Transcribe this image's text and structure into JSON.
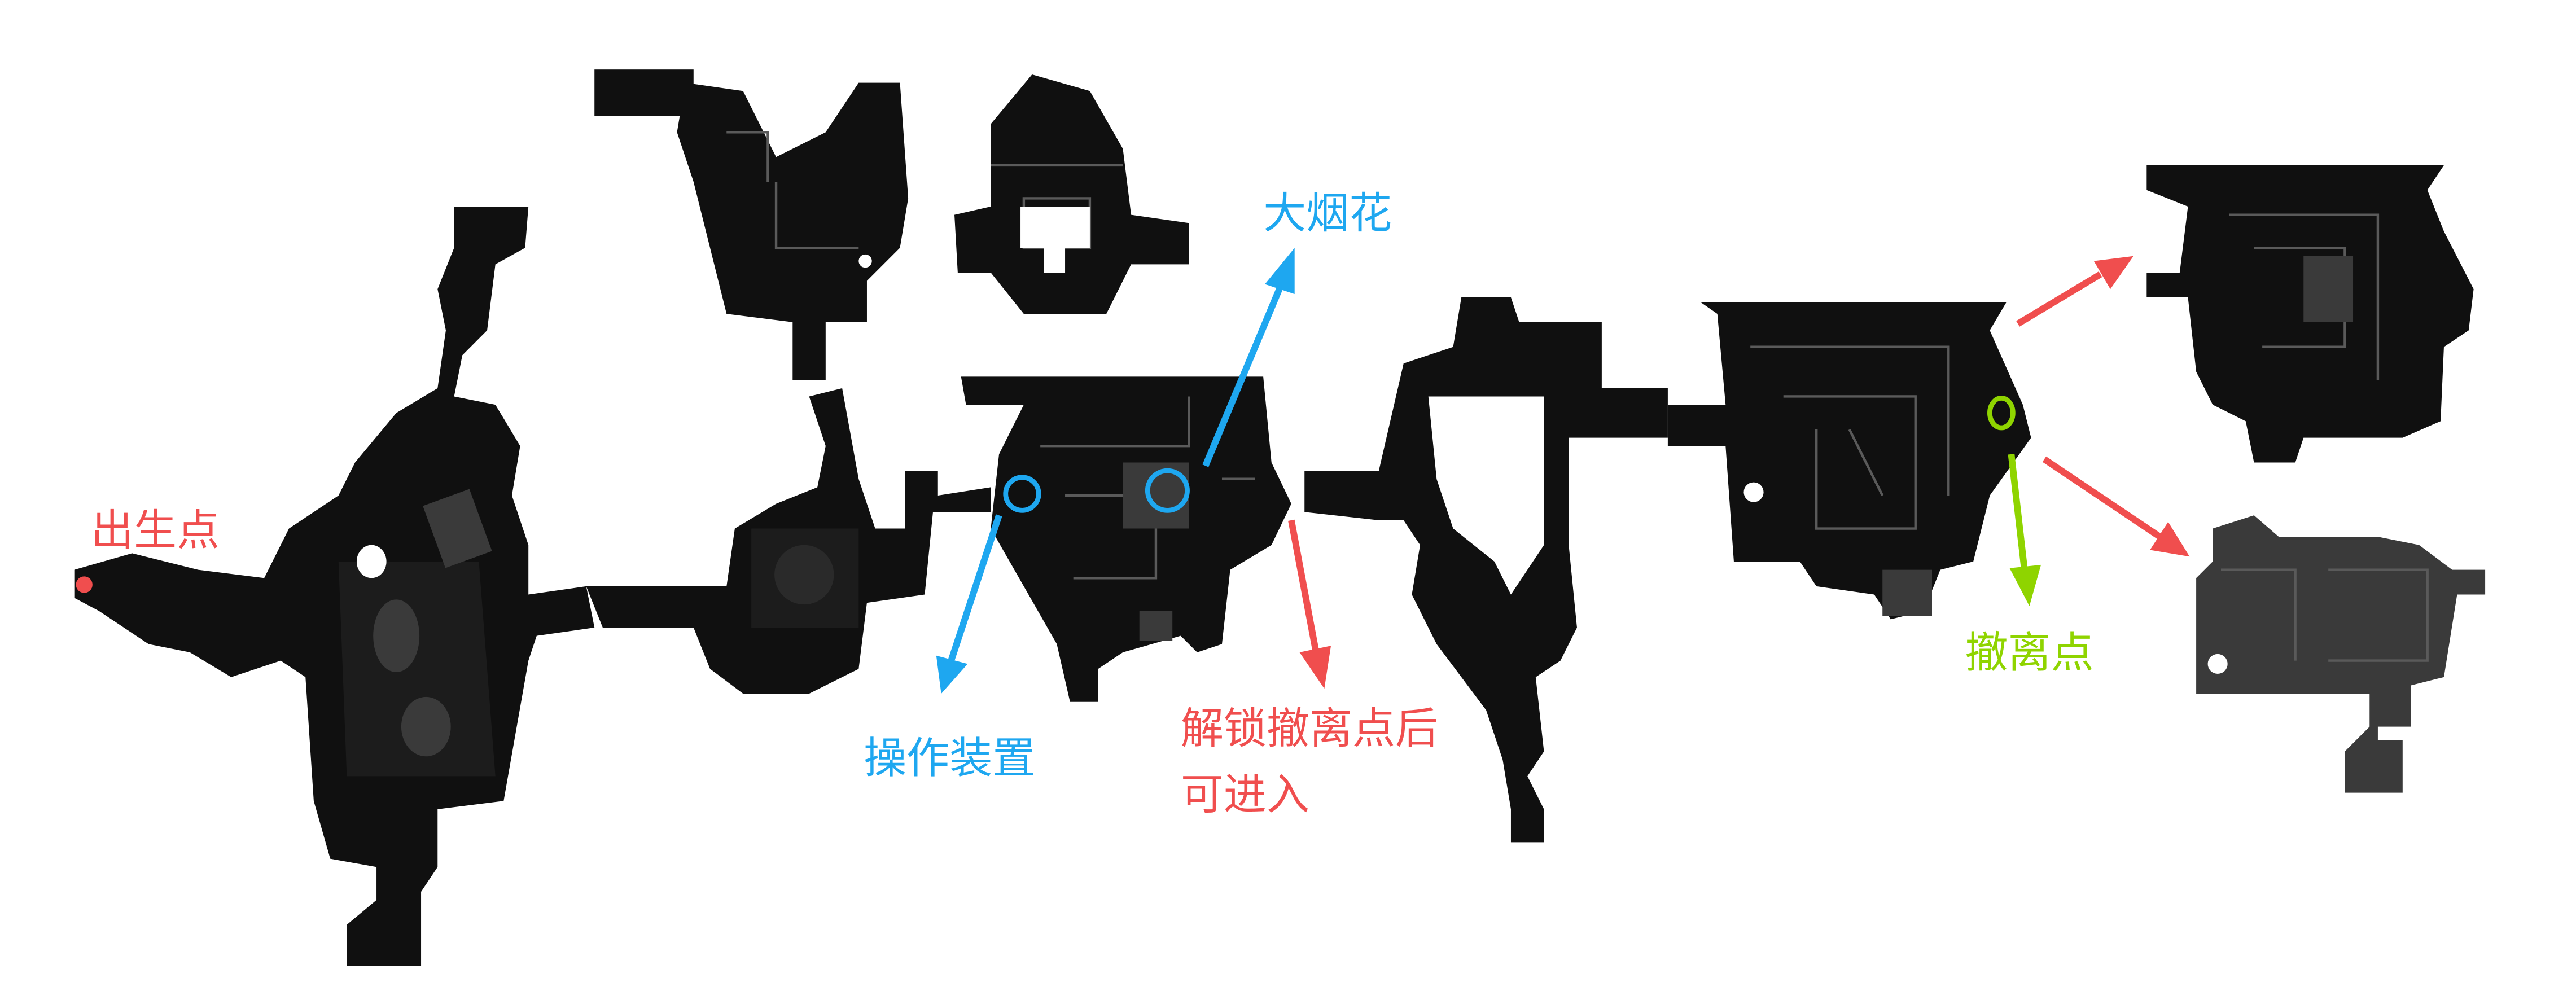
{
  "labels": {
    "spawn": "出生点",
    "big_firework": "大烟花",
    "device": "操作装置",
    "locked_line1": "解锁撤离点后",
    "locked_line2": "可进入",
    "extraction": "撤离点"
  },
  "colors": {
    "red": "#f04e4e",
    "blue": "#1ea7f0",
    "green": "#8fd400",
    "map": "#101010",
    "map_alt": "#3a3a3a"
  }
}
